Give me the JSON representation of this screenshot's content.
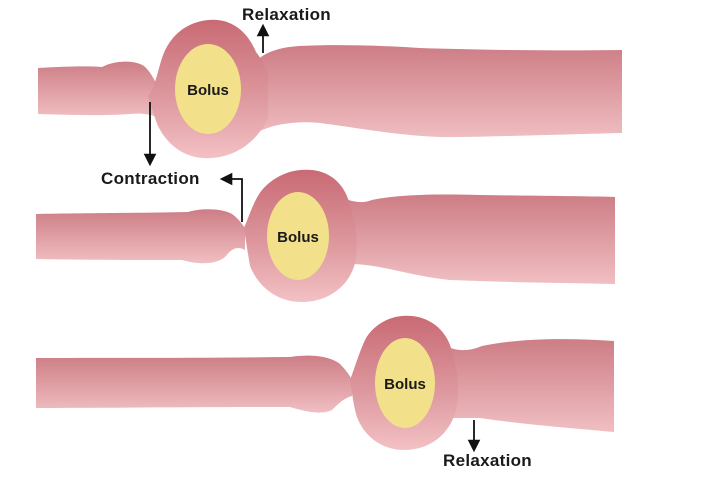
{
  "labels": {
    "relaxation_top": "Relaxation",
    "contraction": "Contraction",
    "relaxation_bottom": "Relaxation"
  },
  "stages": [
    {
      "bolus_label": "Bolus"
    },
    {
      "bolus_label": "Bolus"
    },
    {
      "bolus_label": "Bolus"
    }
  ],
  "colors": {
    "tube_dark": "#cd7d85",
    "tube_light": "#f0bfc2",
    "bulge_dark": "#c96a74",
    "bulge_light": "#f3c1c4",
    "bolus_fill": "#f2e08a",
    "arrow": "#111111"
  }
}
